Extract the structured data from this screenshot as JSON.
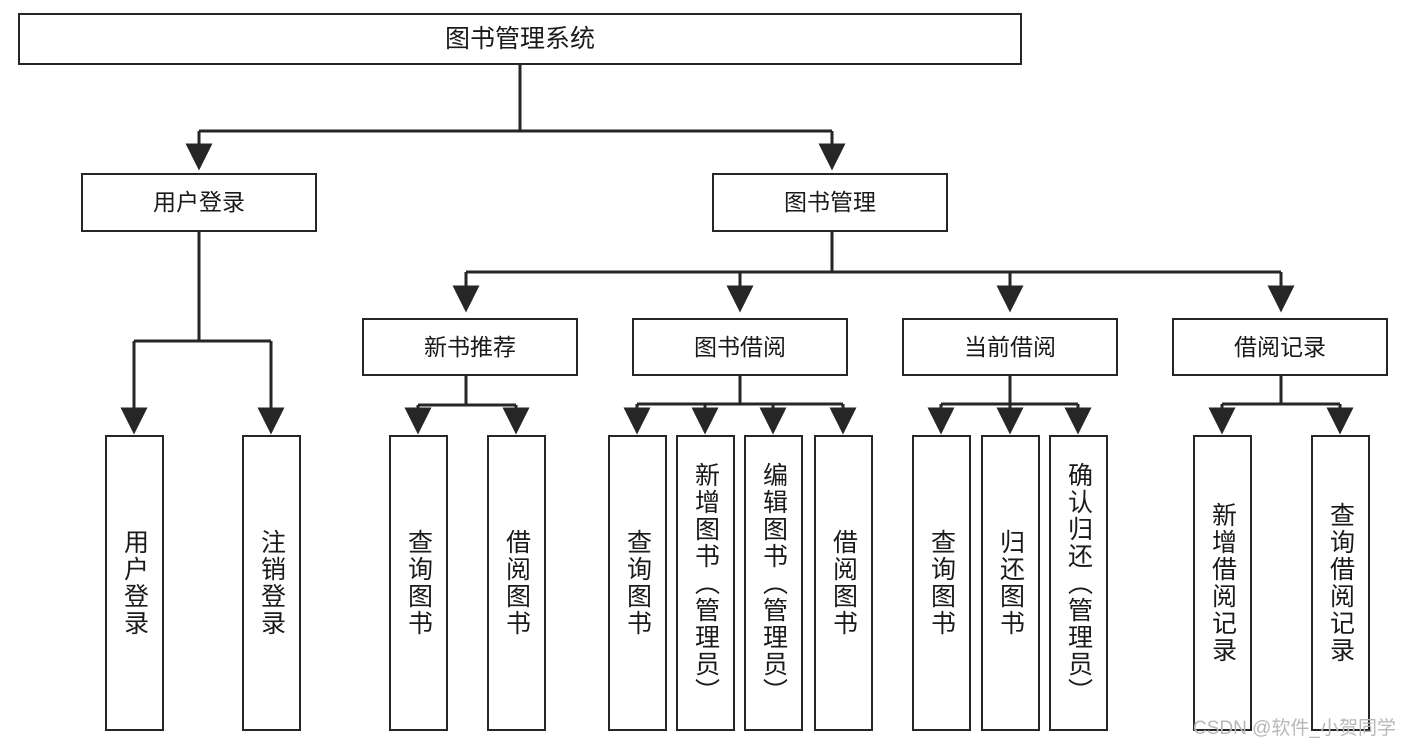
{
  "diagram": {
    "title": "图书管理系统",
    "type": "functional-structure-tree",
    "root": {
      "label": "图书管理系统"
    },
    "level1": [
      {
        "label": "用户登录"
      },
      {
        "label": "图书管理"
      }
    ],
    "level2": [
      {
        "label": "新书推荐"
      },
      {
        "label": "图书借阅"
      },
      {
        "label": "当前借阅"
      },
      {
        "label": "借阅记录"
      }
    ],
    "leaves": {
      "user_login": [
        {
          "label": "用户登录"
        },
        {
          "label": "注销登录"
        }
      ],
      "new_book_recommend": [
        {
          "label": "查询图书"
        },
        {
          "label": "借阅图书"
        }
      ],
      "book_borrow": [
        {
          "label": "查询图书"
        },
        {
          "label": "新增图书（管理员）"
        },
        {
          "label": "编辑图书（管理员）"
        },
        {
          "label": "借阅图书"
        }
      ],
      "current_borrow": [
        {
          "label": "查询图书"
        },
        {
          "label": "归还图书"
        },
        {
          "label": "确认归还（管理员）"
        }
      ],
      "borrow_record": [
        {
          "label": "新增借阅记录"
        },
        {
          "label": "查询借阅记录"
        }
      ]
    }
  },
  "watermark": {
    "text": "CSDN @软件_小贺同学"
  },
  "colors": {
    "stroke": "#262626",
    "box_fill": "#ffffff",
    "text": "#1a1a1a",
    "watermark": "#b8b8b8"
  }
}
